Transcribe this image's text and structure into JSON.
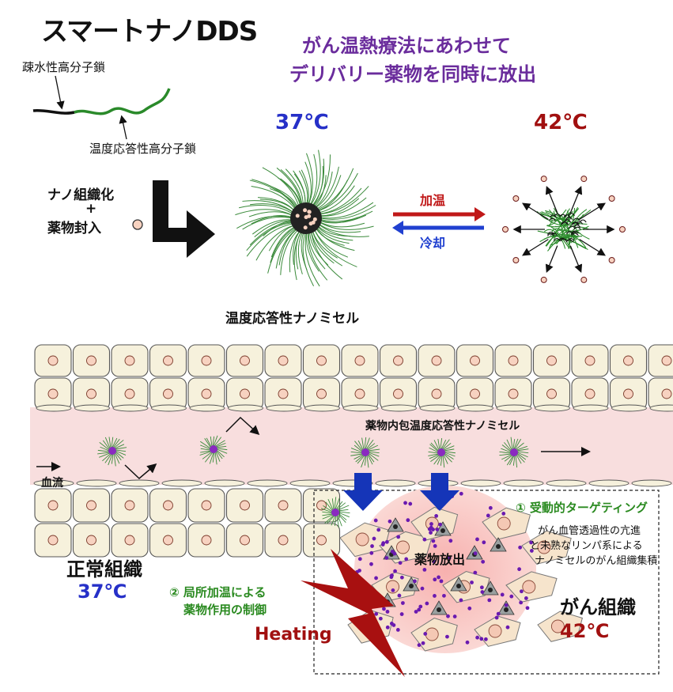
{
  "title": "スマートナノDDS",
  "subtitle": {
    "line1": "がん温熱療法にあわせて",
    "line2": "デリバリー薬物を同時に放出"
  },
  "polymer": {
    "hydrophobic": "疎水性高分子鎖",
    "thermoresponsive": "温度応答性高分子鎖"
  },
  "assembly": {
    "line1": "ナノ組織化",
    "plus": "+",
    "line2": "薬物封入"
  },
  "temps": {
    "low": "37℃",
    "high": "42℃"
  },
  "transition": {
    "heat": "加温",
    "cool": "冷却"
  },
  "micelle_label": "温度応答性ナノミセル",
  "vessel": {
    "flow": "血流",
    "drug_micelle": "薬物内包温度応答性ナノミセル"
  },
  "normal_tissue": {
    "label": "正常組織",
    "temp": "37℃"
  },
  "local_heating": {
    "line1": "② 局所加温による",
    "line2": "薬物作用の制御"
  },
  "heating_label": "Heating",
  "passive_targeting": {
    "title": "① 受動的ターゲティング",
    "line1": "がん血管透過性の亢進",
    "line2": "と未熟なリンパ系による",
    "line3": "ナノミセルのがん組織集積"
  },
  "drug_release": "薬物放出",
  "cancer_tissue": {
    "label": "がん組織",
    "temp": "42℃"
  },
  "colors": {
    "title": "#111111",
    "subtitle": "#6a2c9c",
    "cold": "#2630c8",
    "hot": "#a11010",
    "green_label": "#2a8a20",
    "vessel": "#f8dede",
    "cell": "#f6f1dc",
    "nucleus": "#f7d2c0",
    "tumor": "#f9c4c0"
  },
  "icons": [
    "bent-arrow-icon",
    "heat-arrow-icon",
    "cool-arrow-icon",
    "blue-down-arrow-icon",
    "lightning-bolt-icon",
    "micelle-icon",
    "drug-dot-icon"
  ]
}
